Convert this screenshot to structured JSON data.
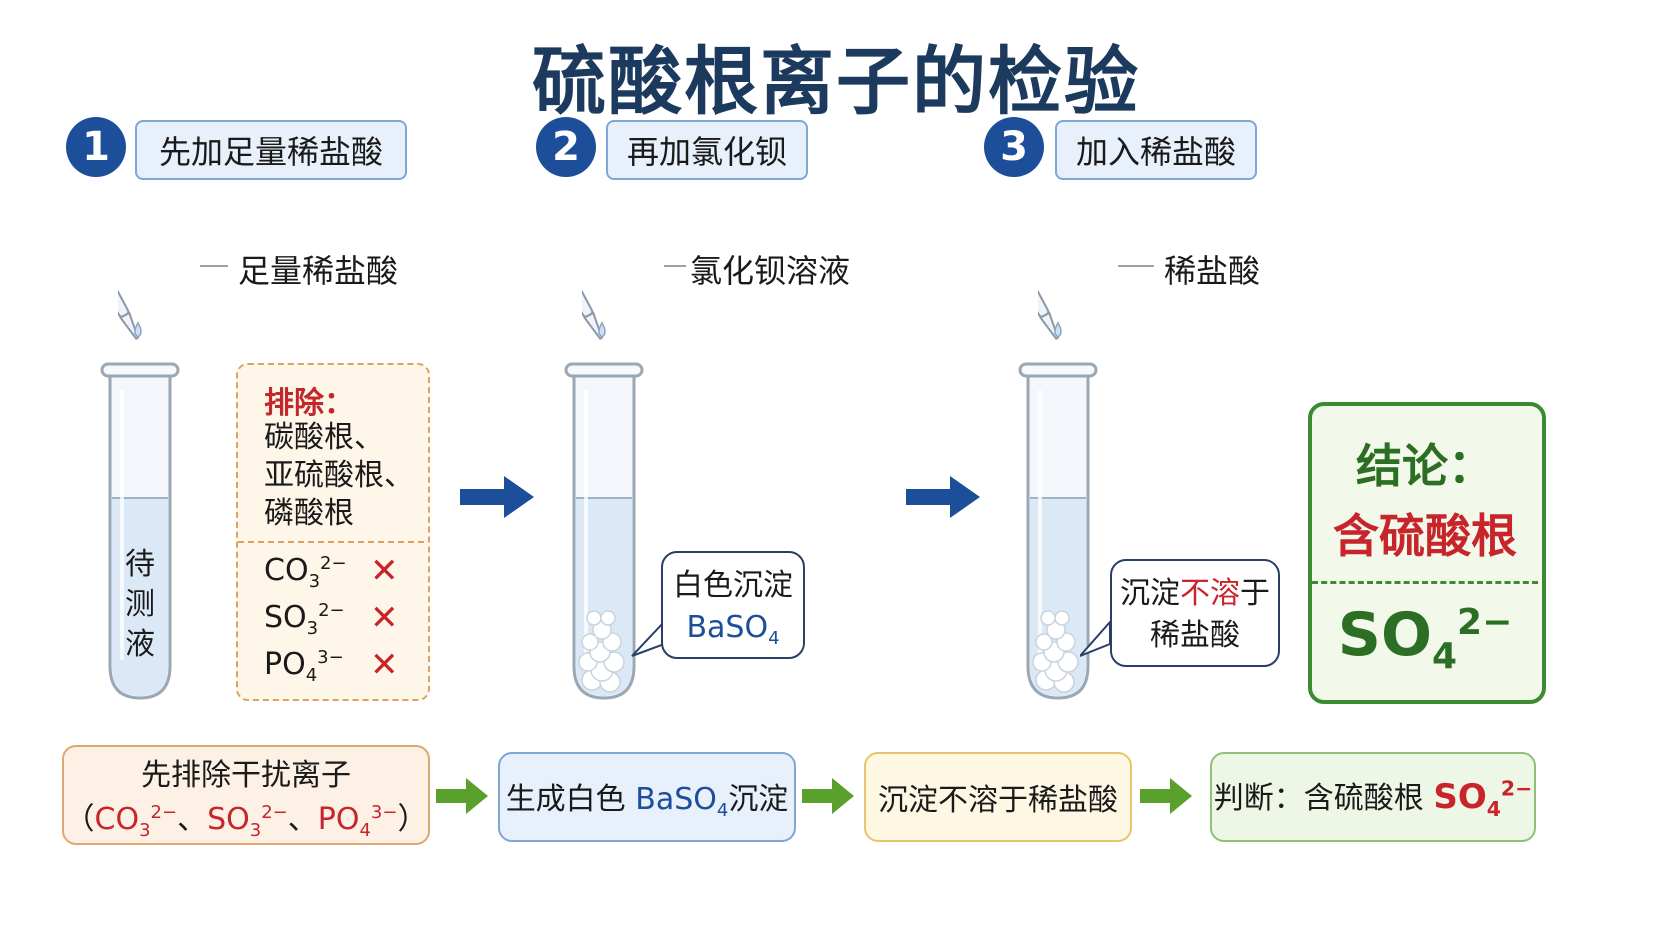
{
  "title": "硫酸根离子的检验",
  "steps": [
    {
      "num": "1",
      "label": "先加足量稀盐酸",
      "reagent": "足量稀盐酸"
    },
    {
      "num": "2",
      "label": "再加氯化钡",
      "reagent": "氯化钡溶液"
    },
    {
      "num": "3",
      "label": "加入稀盐酸",
      "reagent": "稀盐酸"
    }
  ],
  "tube1_text": [
    "待",
    "测",
    "液"
  ],
  "exclusion": {
    "heading": "排除：",
    "items": [
      "碳酸根、",
      "亚硫酸根、",
      "磷酸根"
    ],
    "ions": [
      {
        "base": "CO",
        "sub": "3",
        "charge": "2−",
        "mark": "✕"
      },
      {
        "base": "SO",
        "sub": "3",
        "charge": "2−",
        "mark": "✕"
      },
      {
        "base": "PO",
        "sub": "4",
        "charge": "3−",
        "mark": "✕"
      }
    ]
  },
  "bubble2": {
    "line1": "白色沉淀",
    "formula_base": "BaSO",
    "formula_sub": "4"
  },
  "bubble3": {
    "pre": "沉淀",
    "highlight": "不溶",
    "post": "于",
    "line2": "稀盐酸"
  },
  "conclusion": {
    "heading": "结论：",
    "text": "含硫酸根",
    "formula_base": "SO",
    "formula_sub": "4",
    "formula_charge": "2−"
  },
  "flow": [
    {
      "line1": "先排除干扰离子",
      "open": "（",
      "sep": "、",
      "close": "）",
      "ions": [
        {
          "base": "CO",
          "sub": "3",
          "charge": "2−"
        },
        {
          "base": "SO",
          "sub": "3",
          "charge": "2−"
        },
        {
          "base": "PO",
          "sub": "4",
          "charge": "3−"
        }
      ]
    },
    {
      "pre": "生成白色 ",
      "formula_base": "BaSO",
      "formula_sub": "4",
      "post": "沉淀"
    },
    {
      "text": "沉淀不溶于稀盐酸"
    },
    {
      "pre": "判断：含硫酸根 ",
      "formula_base": "SO",
      "formula_sub": "4",
      "formula_charge": "2−"
    }
  ],
  "colors": {
    "title": "#1c3a5e",
    "step_badge": "#1d4e9a",
    "arrow_blue": "#1d4e9a",
    "arrow_green": "#5aa02c",
    "dropper_bulb": "#c8242b",
    "excl_red": "#c8242b",
    "conclusion_green": "#2c6e24"
  },
  "icons": [
    "dropper-icon",
    "test-tube-icon",
    "arrow-right-icon",
    "cross-icon",
    "precipitate-icon"
  ]
}
